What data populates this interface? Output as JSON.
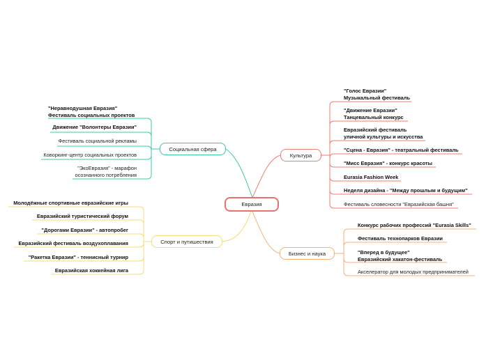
{
  "root": {
    "label": "Евразия",
    "color": "#e5736b"
  },
  "branches": {
    "social": {
      "label": "Социальная сфера",
      "color": "#3ccba0",
      "items": [
        "\"Неравнодушная Евразия\"\nФестиваль социальных проектов",
        "Движение \"Волонтеры Евразии\"",
        "Фестиваль социальной рекламы",
        "Коворкинг-центр социальных проектов",
        "\"ЭкоЕвразия\" - марафон\nосознанного потребления"
      ]
    },
    "culture": {
      "label": "Культура",
      "color": "#ef7d72",
      "items": [
        "\"Голос Евразии\"\nМузыкальный фестиваль",
        "\"Движение Евразии\"\nТанцевальный конкурс",
        "Евразийский фестиваль\nуличной культуры и искусства",
        "\"Сцена - Евразия\" - театральный фестиваль",
        "\"Мисс Евразия\" - конкурс красоты",
        "Eurasia Fashion Week",
        "Неделя дизайна - \"Между прошлым и будущим\"",
        "Фестиваль словесности \"Евразийская башня\""
      ]
    },
    "sport": {
      "label": "Спорт и путишествия",
      "color": "#f5dc77",
      "items": [
        "Молодёжные спортивные евразийские игры",
        "Евразийский туристический форум",
        "\"Дорогами Евразии\" - автопробег",
        "Евразийский фестиваль воздухоплавания",
        "\"Ракетка Евразии\" - теннисный турнир",
        "Евразийская хоккейная лига"
      ]
    },
    "business": {
      "label": "Бизнес и наука",
      "color": "#f6b278",
      "items": [
        "Конкурс рабочих профессий \"Eurasia Skills\"",
        "Фестиваль технопарков Евразии",
        "\"Вперед в будущее\"\nЕвразийский хакатон-фестиваль",
        "Акселератор для молодых предпринимателей"
      ]
    }
  }
}
